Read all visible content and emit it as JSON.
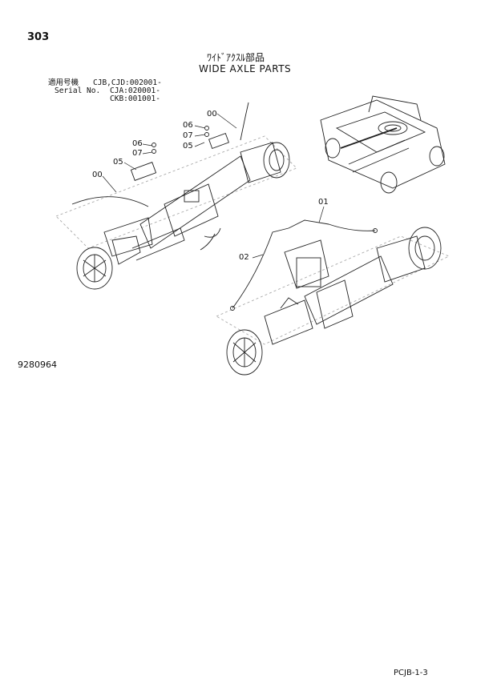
{
  "page_number": "303",
  "title_jp": "ﾜｲﾄﾞｱｸｽﾙ部品",
  "title_en": "WIDE AXLE PARTS",
  "serial": {
    "label_jp": "適用号機",
    "label_en": "Serial No.",
    "ranges": [
      "CJB,CJD:002001-",
      "CJA:020001-",
      "CKB:001001-"
    ]
  },
  "callouts": [
    "00",
    "06",
    "07",
    "05",
    "06",
    "07",
    "05",
    "00",
    "01",
    "02"
  ],
  "reference_number": "9280964",
  "footer_code": "PCJB-1-3"
}
